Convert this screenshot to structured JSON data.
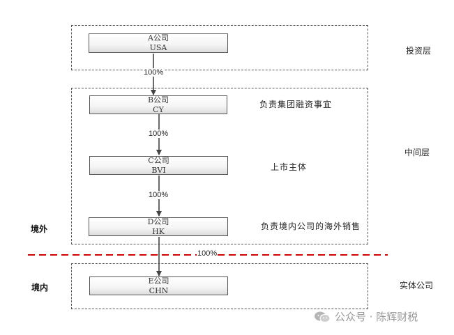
{
  "layers": [
    {
      "label": "投资层"
    },
    {
      "label": "中间层"
    },
    {
      "label": "实体公司"
    }
  ],
  "companies": [
    {
      "name": "A公司",
      "code": "USA"
    },
    {
      "name": "B公司",
      "code": "CY"
    },
    {
      "name": "C公司",
      "code": "BVI"
    },
    {
      "name": "D公司",
      "code": "HK"
    },
    {
      "name": "E公司",
      "code": "CHN"
    }
  ],
  "ownership": [
    "100%",
    "100%",
    "100%",
    "100%"
  ],
  "notes": {
    "b": "负责集团融资事宜",
    "c": "上市主体",
    "d": "负责境内公司的海外销售"
  },
  "regions": {
    "outside": "境外",
    "inside": "境内"
  },
  "watermark": {
    "text": "公众号 · 陈辉财税"
  },
  "colors": {
    "border_line": "#cc0000",
    "arrow": "#444444"
  }
}
